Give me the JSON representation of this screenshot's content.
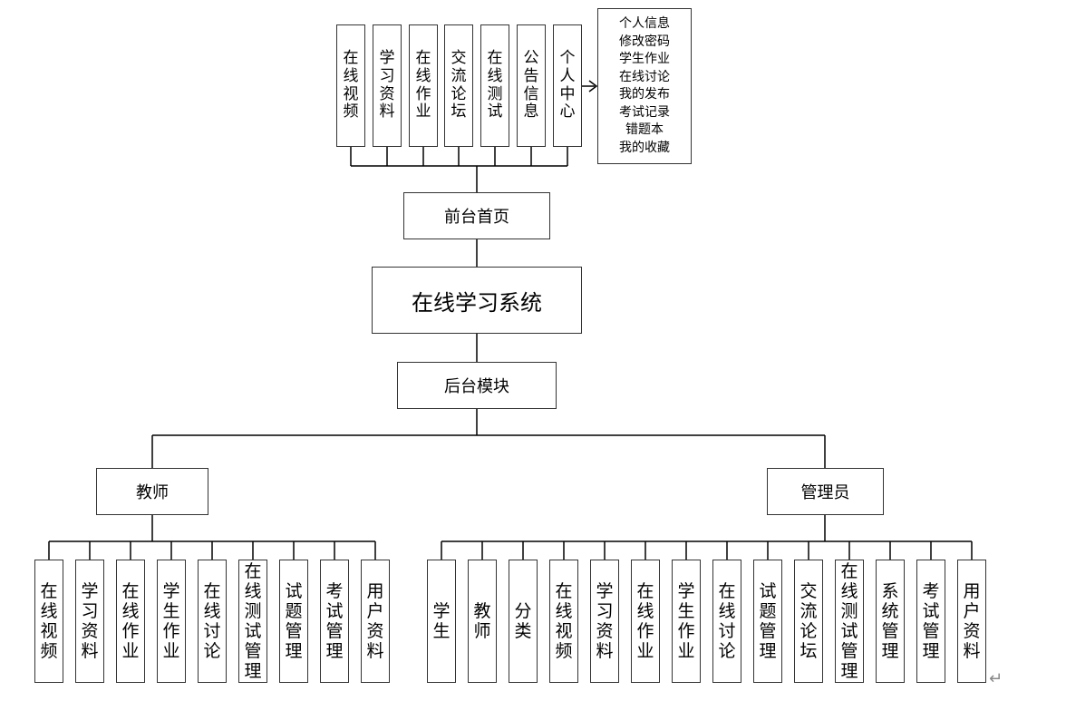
{
  "root": "在线学习系统",
  "frontend": {
    "label": "前台首页",
    "modules": [
      "在线视频",
      "学习资料",
      "在线作业",
      "交流论坛",
      "在线测试",
      "公告信息",
      "个人中心"
    ],
    "personal_center_items": [
      "个人信息",
      "修改密码",
      "学生作业",
      "在线讨论",
      "我的发布",
      "考试记录",
      "错题本",
      "我的收藏"
    ]
  },
  "backend": {
    "label": "后台模块",
    "teacher": {
      "label": "教师",
      "modules": [
        "在线视频",
        "学习资料",
        "在线作业",
        "学生作业",
        "在线讨论",
        "在线测试管理",
        "试题管理",
        "考试管理",
        "用户资料"
      ]
    },
    "admin": {
      "label": "管理员",
      "modules": [
        "学生",
        "教师",
        "分类",
        "在线视频",
        "学习资料",
        "在线作业",
        "学生作业",
        "在线讨论",
        "试题管理",
        "交流论坛",
        "在线测试管理",
        "系统管理",
        "考试管理",
        "用户资料"
      ]
    }
  },
  "icons": {
    "paragraph_mark": "return-arrow-icon"
  }
}
